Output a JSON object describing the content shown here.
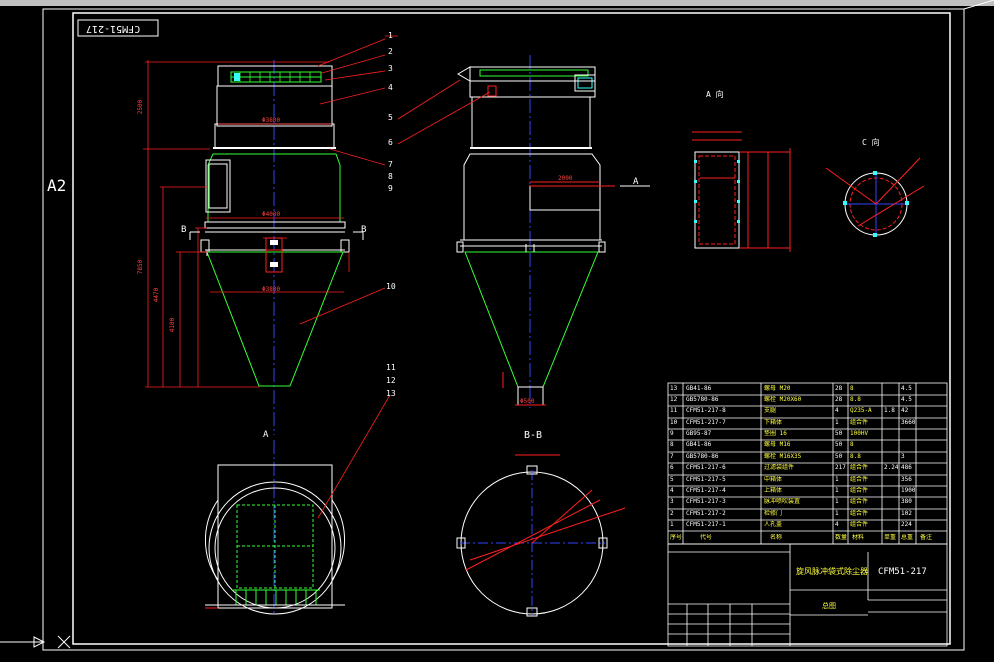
{
  "drawing_number_mirrored": "CFM51-217",
  "sheet_size": "A2",
  "callouts": [
    "1",
    "2",
    "3",
    "4",
    "5",
    "6",
    "7",
    "8",
    "9",
    "10",
    "11",
    "12",
    "13"
  ],
  "section_labels": {
    "a": "A",
    "b": "B",
    "bb": "B-B",
    "a_view": "A 向",
    "c_view": "C 向"
  },
  "parts": [
    {
      "no": "13",
      "code": "GB41-86",
      "name": "螺母 M20",
      "qty": "28",
      "material": "8",
      "unit_wt": "",
      "total_wt": "4.5"
    },
    {
      "no": "12",
      "code": "GB5780-86",
      "name": "螺栓 M20X60",
      "qty": "28",
      "material": "8.8",
      "unit_wt": "",
      "total_wt": "4.5"
    },
    {
      "no": "11",
      "code": "CFM51-217-8",
      "name": "支腿",
      "qty": "4",
      "material": "Q235-A",
      "unit_wt": "1.8",
      "total_wt": "42"
    },
    {
      "no": "10",
      "code": "CFM51-217-7",
      "name": "下箱体",
      "qty": "1",
      "material": "组合件",
      "unit_wt": "",
      "total_wt": "3660"
    },
    {
      "no": "9",
      "code": "GB95-87",
      "name": "垫圈 16",
      "qty": "50",
      "material": "100HV",
      "unit_wt": "",
      "total_wt": ""
    },
    {
      "no": "8",
      "code": "GB41-86",
      "name": "螺母 M16",
      "qty": "50",
      "material": "8",
      "unit_wt": "",
      "total_wt": ""
    },
    {
      "no": "7",
      "code": "GB5780-86",
      "name": "螺栓 M16X35",
      "qty": "50",
      "material": "8.8",
      "unit_wt": "",
      "total_wt": "3"
    },
    {
      "no": "6",
      "code": "CFM51-217-6",
      "name": "过滤袋组件",
      "qty": "217",
      "material": "组合件",
      "unit_wt": "2.24",
      "total_wt": "486"
    },
    {
      "no": "5",
      "code": "CFM51-217-5",
      "name": "中箱体",
      "qty": "1",
      "material": "组合件",
      "unit_wt": "",
      "total_wt": "356"
    },
    {
      "no": "4",
      "code": "CFM51-217-4",
      "name": "上箱体",
      "qty": "1",
      "material": "组合件",
      "unit_wt": "",
      "total_wt": "1900"
    },
    {
      "no": "3",
      "code": "CFM51-217-3",
      "name": "脉冲喷吹装置",
      "qty": "1",
      "material": "组合件",
      "unit_wt": "",
      "total_wt": "380"
    },
    {
      "no": "2",
      "code": "CFM51-217-2",
      "name": "检修门",
      "qty": "1",
      "material": "组合件",
      "unit_wt": "",
      "total_wt": "102"
    },
    {
      "no": "1",
      "code": "CFM51-217-1",
      "name": "人孔盖",
      "qty": "4",
      "material": "组合件",
      "unit_wt": "",
      "total_wt": "224"
    }
  ],
  "parts_header": [
    "序号",
    "代号",
    "名称",
    "数量",
    "材料",
    "单重",
    "总重",
    "备注"
  ],
  "title_block": {
    "title": "旋风脉冲袋式除尘器",
    "drawing_no": "CFM51-217",
    "sub": "总图"
  },
  "dims": {
    "height_total": "7850",
    "h_upper": "2500",
    "h_mid": "4470",
    "h_low": "4100",
    "dia": "Φ3800",
    "dia2": "Φ4000",
    "outlet": "Φ500",
    "width": "2000"
  },
  "colors": {
    "line": "#ffffff",
    "green": "#33ff33",
    "red": "#ff2020",
    "cyan": "#33ffff",
    "blue": "#3344ff",
    "yellow": "#ffff40",
    "magenta": "#ff33ff"
  }
}
